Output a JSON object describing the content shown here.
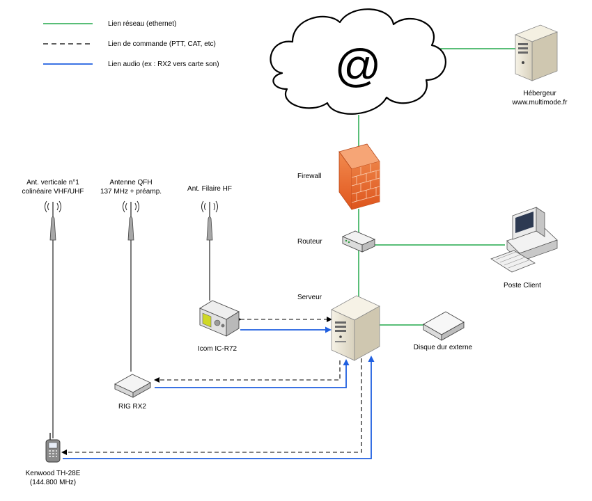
{
  "legend": [
    {
      "type": "network",
      "label": "Lien réseau (ethernet)",
      "color": "#22a84a"
    },
    {
      "type": "command",
      "label": "Lien de commande (PTT, CAT, etc)",
      "color": "#000000"
    },
    {
      "type": "audio",
      "label": "Lien audio (ex : RX2 vers carte son)",
      "color": "#1f5fe0"
    }
  ],
  "nodes": {
    "cloud": {
      "symbol": "@",
      "icon": "cloud-icon"
    },
    "host": {
      "label": [
        "Hébergeur",
        "www.multimode.fr"
      ],
      "icon": "server-tower-icon"
    },
    "firewall": {
      "label": "Firewall",
      "icon": "brick-firewall-icon"
    },
    "router": {
      "label": "Routeur",
      "icon": "router-icon"
    },
    "client": {
      "label": "Poste Client",
      "icon": "desktop-computer-icon"
    },
    "server": {
      "label": "Serveur",
      "icon": "server-tower-icon"
    },
    "disk": {
      "label": "Disque dur externe",
      "icon": "external-disk-icon"
    },
    "antenna1": {
      "label": [
        "Ant. verticale n°1",
        "colinéaire VHF/UHF"
      ],
      "icon": "antenna-icon"
    },
    "antenna2": {
      "label": [
        "Antenne QFH",
        "137 MHz + préamp."
      ],
      "icon": "antenna-icon"
    },
    "antenna3": {
      "label": "Ant. Filaire HF",
      "icon": "antenna-icon"
    },
    "icom": {
      "label": "Icom IC-R72",
      "icon": "radio-receiver-icon"
    },
    "rig": {
      "label": "RIG RX2",
      "icon": "sdr-box-icon"
    },
    "kenwood": {
      "label": [
        "Kenwood TH-28E",
        "(144.800 MHz)"
      ],
      "icon": "handheld-radio-icon"
    }
  },
  "colors": {
    "network": "#22a84a",
    "audio": "#1f5fe0",
    "command": "#000000",
    "firewall": "#e8662a",
    "server": "#e9e4d4"
  }
}
